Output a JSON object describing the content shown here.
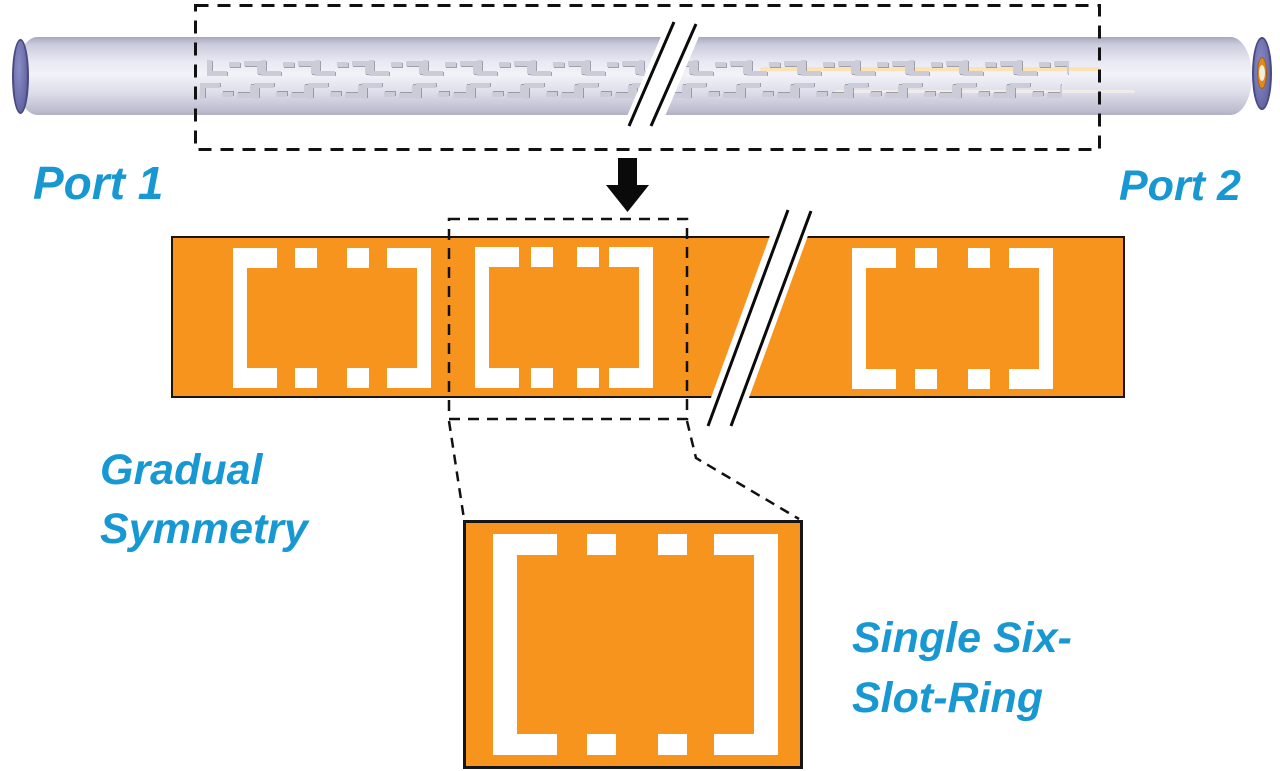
{
  "labels": {
    "port1": "Port 1",
    "port2": "Port 2",
    "gradual_line1": "Gradual",
    "gradual_line2": "Symmetry",
    "single_line1": "Single Six-",
    "single_line2": "Slot-Ring"
  },
  "colors": {
    "label_blue": "#1798D2",
    "copper_orange": "#F7941D",
    "core_orange_light": "#F9A63B",
    "jacket_lavender": "#E4E4F0",
    "cap_purple": "#6E70AE",
    "etch_gray": "#CCCCD9",
    "slot_white": "#FFFFFF",
    "line_black": "#111111"
  },
  "icons": {
    "down_arrow": "solid black arrow pointing down",
    "break_mark": "double-slash length-break symbol"
  }
}
